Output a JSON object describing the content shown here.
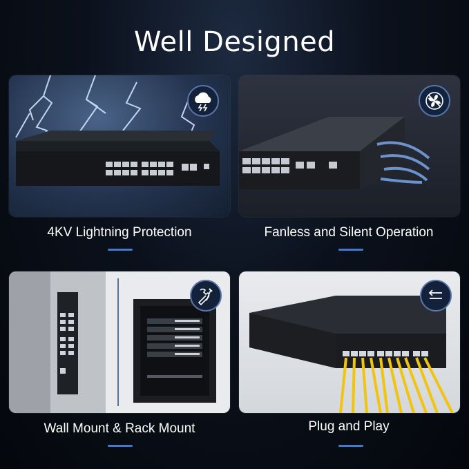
{
  "title": "Well Designed",
  "features": [
    {
      "caption": "4KV Lightning Protection",
      "icon": "storm-cloud-icon"
    },
    {
      "caption": "Fanless and Silent Operation",
      "icon": "fan-off-icon"
    },
    {
      "caption": "Wall Mount & Rack Mount",
      "icon": "tools-icon"
    },
    {
      "caption": "Plug and Play",
      "icon": "arrows-exchange-icon"
    }
  ],
  "colors": {
    "accent": "#3d7bd6",
    "badge": "#13213a",
    "cable": "#f1c40f"
  }
}
